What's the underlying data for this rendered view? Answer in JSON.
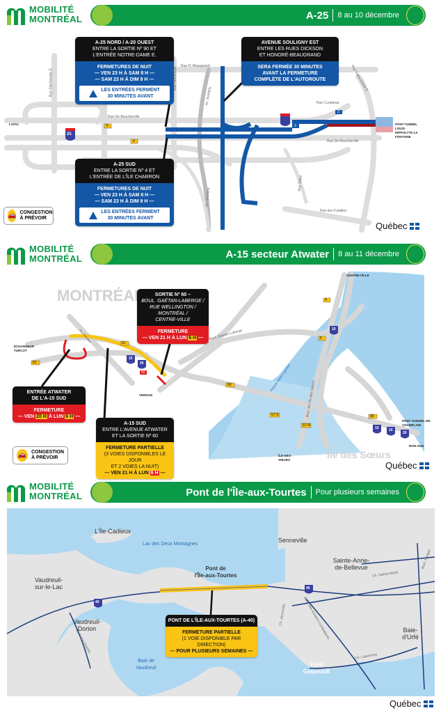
{
  "brand": {
    "line1": "MOBILITÉ",
    "line2": "MONTRÉAL",
    "colors": {
      "green": "#0a9a48",
      "lime": "#8dc63f",
      "blue": "#1357a6",
      "red": "#e21c23",
      "yellow": "#f9c414"
    }
  },
  "panels": [
    {
      "title": "A-25",
      "subtitle": "8 au 10 décembre",
      "callouts": [
        {
          "head": "A-25 NORD / A-20 OUEST",
          "l1": "ENTRE LA SORTIE Nº 90 ET",
          "l2": "L'ENTRÉE NOTRE-DAME E.",
          "b1": "FERMETURES DE NUIT",
          "b2": "— VEN 23 H À SAM 8 H —",
          "b3": "— SAM 23 H À DIM 9 H —",
          "w1": "LES ENTRÉES FERMENT",
          "w2": "30 MINUTES AVANT"
        },
        {
          "head": "AVENUE SOULIGNY EST",
          "l1": "ENTRE LES RUES DICKSON",
          "l2": "ET HONORÉ-BEAUGRAND",
          "b1": "SERA FERMÉE 30 MINUTES",
          "b2": "AVANT LA FERMETURE",
          "b3": "COMPLÈTE DE L'AUTOROUTE"
        },
        {
          "head": "A-25 SUD",
          "l1": "ENTRE LA SORTIE Nº 4 ET",
          "l2": "L'ENTRÉE DE L'ÎLE CHARRON",
          "b1": "FERMETURES DE NUIT",
          "b2": "— VEN 23 H À SAM 8 H —",
          "b3": "— SAM 23 H À DIM 9 H —",
          "w1": "LES ENTRÉES FERMENT",
          "w2": "30 MINUTES AVANT"
        }
      ],
      "streets": [
        "Rue H.-Beaugrand",
        "Rue Hochelaga",
        "Av. Souligny",
        "Rue Sherbrooke E.",
        "Rue De Boucherville",
        "Rue Curatteau",
        "Rue Notre-Dame E.",
        "Rue De Boucherville",
        "Rue Tellier",
        "Rue des Futailles",
        "Av. Souligny"
      ],
      "directions": {
        "laval": "LAVAL",
        "tunnel": "PONT-TUNNEL LOUIS-HIPPOLYTE-LA FONTAINE"
      },
      "shields": {
        "hwy": "25",
        "exits": [
          "5",
          "4",
          "3",
          "3"
        ]
      },
      "congestion": {
        "l1": "CONGESTION",
        "l2": "À PRÉVOIR"
      }
    },
    {
      "title": "A-15 secteur Atwater",
      "subtitle": "8 au 11 décembre",
      "callouts": [
        {
          "head": "SORTIE Nº 60 –",
          "l1": "BOUL. GAÉTAN-LABERGE /",
          "l2": "RUE WELLINGTON / MONTRÉAL /",
          "l3": "CENTRE-VILLE",
          "b1": "FERMETURE",
          "b2a": "— VEN 21 H À LUN ",
          "b2h": "6 H",
          "b2b": " —"
        },
        {
          "head": "ENTRÉE ATWATER",
          "l1": "DE L'A-15 SUD",
          "b1": "FERMETURE",
          "b2a": "— VEN ",
          "b2h1": "20 H",
          "b2m": " À LUN ",
          "b2h": "6 H",
          "b2b": " —"
        },
        {
          "head": "A-15 SUD",
          "l1": "ENTRE L'AVENUE ATWATER",
          "l2": "ET LA SORTIE Nº 60",
          "b1": "FERMETURE PARTIELLE",
          "b2": "(3 VOIES DISPONIBLES LE JOUR",
          "b3": "ET 2 VOIES LA NUIT)",
          "b4a": "— VEN 21 H À LUN ",
          "b4h": "6 H",
          "b4b": " —"
        }
      ],
      "places": {
        "montreal": "MONTRÉAL",
        "ile": "Île des Sœurs",
        "fleuve": "Fleuve Saint-Laurent",
        "gaetan": "Boul. Gaétan-Laberge",
        "ileBoul": "Boul. de l'Île-des-Sœurs",
        "atwater": "Av. Atwater"
      },
      "directions": {
        "turcot": "ÉCHANGEUR TURCOT",
        "verdun": "VERDUN",
        "centre": "CENTRE-VILLE",
        "soeurs": "ÎLE-DES-SŒURS",
        "champlain": "PONT SAMUEL-DE CHAMPLAIN",
        "rive": "RIVE-SUD"
      },
      "shields": {
        "hwys": [
          "15",
          "20",
          "10",
          "10",
          "15",
          "20"
        ],
        "exits": [
          "61",
          "61",
          "60",
          "60",
          "4",
          "5",
          "57-S",
          "57-N",
          "58"
        ]
      },
      "congestion": {
        "l1": "CONGESTION",
        "l2": "À PRÉVOIR"
      }
    },
    {
      "title": "Pont de l'Île-aux-Tourtes",
      "subtitle": "Pour plusieurs semaines",
      "callout": {
        "head": "PONT DE L'ÎLE-AUX-TOURTES (A-40)",
        "b1": "FERMETURE PARTIELLE",
        "b2": "(1 VOIE DISPONIBLE PAR DIRECTION)",
        "b3": "— POUR PLUSIEURS SEMAINES —"
      },
      "places": {
        "cadieux": "L'Île-Cadieux",
        "lac": "Lac des Deux Montagnes",
        "senneville": "Senneville",
        "sab1": "Sainte-Anne-",
        "sab2": "de-Bellevue",
        "vsl1": "Vaudreuil-",
        "vsl2": "sur-le-Lac",
        "pont1": "Pont de",
        "pont2": "l'Île-aux-Tourtes",
        "vd1": "Vaudreuil-",
        "vd2": "Dorion",
        "baie1": "Baie de",
        "baie2": "Vaudreuil",
        "bu1": "Baie-",
        "bu2": "d'Urfé",
        "galip1": "Pont",
        "galip2": "Galipeault",
        "chsm": "Ch. Sainte-Marie",
        "morgan": "Boul. Morgan",
        "chsen": "Ch. Senneville",
        "anciens": "Boul. des Anciens-Combattants",
        "lakeshore": "Ch. Lakeshore",
        "stcharles": "Av. Saint-Charles"
      },
      "shields": {
        "hwys": [
          "40",
          "40"
        ]
      }
    }
  ],
  "footer": {
    "quebec": "Québec"
  }
}
